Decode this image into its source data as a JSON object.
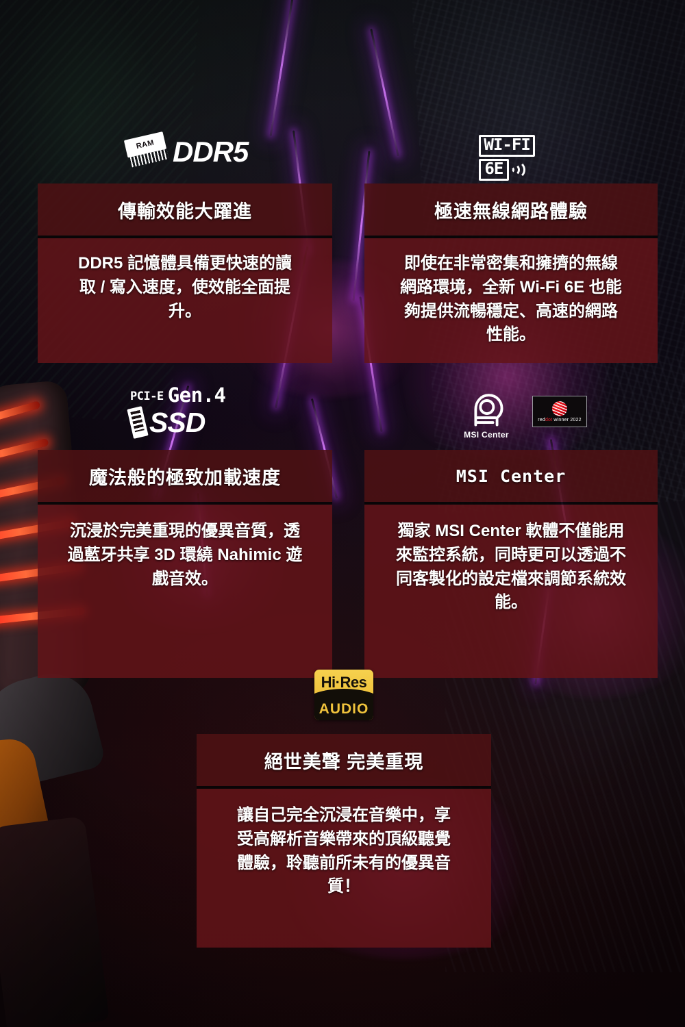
{
  "page": {
    "title": "MSI Gaming Laptop Feature Highlights",
    "theme": {
      "panel_title_bg": "#4d1113",
      "panel_body_bg": "#631418",
      "accent": "#ff2d1e",
      "text": "#ffffff"
    }
  },
  "features": [
    {
      "id": "ddr5",
      "logo": {
        "badge_label": "RAM",
        "wordmark": "DDR5",
        "icon": "ram-module-icon"
      },
      "title": "傳輸效能大躍進",
      "body": "DDR5 記憶體具備更快速的讀取 / 寫入速度，使效能全面提升。"
    },
    {
      "id": "wifi6e",
      "logo": {
        "line1": "WI-FI",
        "line2": "6E",
        "icon": "wifi-signal-icon"
      },
      "title": "極速無線網路體驗",
      "body": "即使在非常密集和擁擠的無線網路環境，全新 Wi-Fi 6E 也能夠提供流暢穩定、高速的網路性能。"
    },
    {
      "id": "ssd",
      "logo": {
        "prefix": "PCI-E",
        "gen": "Gen.4",
        "wordmark": "SSD",
        "icon": "ssd-stick-icon"
      },
      "title": "魔法般的極致加載速度",
      "body": "沉浸於完美重現的優異音質，透過藍牙共享 3D 環繞 Nahimic 遊戲音效。"
    },
    {
      "id": "msicenter",
      "logo": {
        "caption": "MSI Center",
        "icon": "msi-center-head-icon",
        "award": {
          "text_pre": "red",
          "text_mid": "dot",
          "text_post": " winner 2022",
          "icon": "red-dot-award-icon"
        }
      },
      "title": "MSI Center",
      "body": "獨家 MSI Center 軟體不僅能用來監控系統，同時更可以透過不同客製化的設定檔來調節系統效能。"
    },
    {
      "id": "hires",
      "logo": {
        "line1": "Hi·Res",
        "line2": "AUDIO",
        "icon": "hi-res-audio-icon"
      },
      "title": "絕世美聲 完美重現",
      "body": "讓自己完全沉浸在音樂中，享受高解析音樂帶來的頂級聽覺體驗，聆聽前所未有的優異音質！"
    }
  ]
}
